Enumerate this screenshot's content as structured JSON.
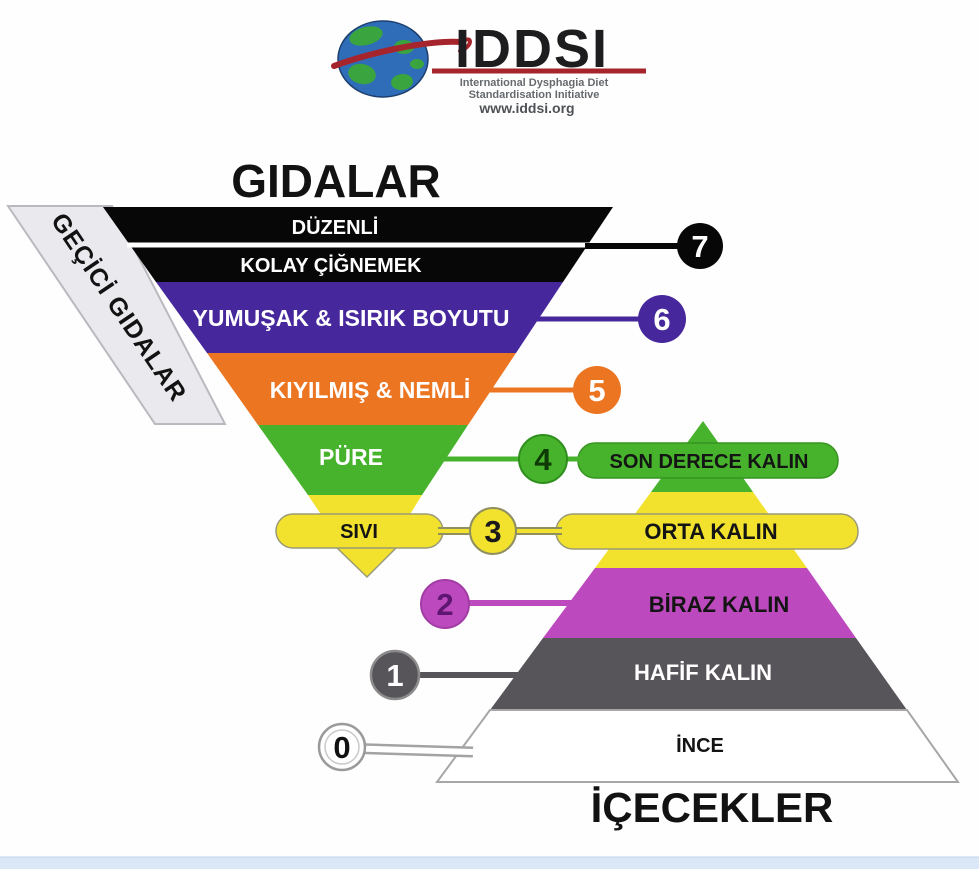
{
  "logo": {
    "brand": "IDDSI",
    "tagline_line1": "International Dysphagia Diet",
    "tagline_line2": "Standardisation Initiative",
    "website": "www.iddsi.org",
    "accent_red": "#a6242c",
    "globe_blue": "#2f6db8",
    "globe_green": "#3aa43f"
  },
  "foods": {
    "title": "GIDALAR",
    "transitional_label": "GEÇİCİ GIDALAR",
    "transitional_band_color": "#eaeaee"
  },
  "drinks": {
    "title": "İÇECEKLER"
  },
  "levels": [
    {
      "number": "0",
      "label": "İNCE",
      "color": "#ffffff",
      "number_color": "#111111"
    },
    {
      "number": "1",
      "label": "HAFİF KALIN",
      "color": "#58555a",
      "number_color": "#ffffff"
    },
    {
      "number": "2",
      "label": "BİRAZ KALIN",
      "color": "#bc4abe",
      "number_color": "#5e1672"
    },
    {
      "number": "3",
      "label": "ORTA KALIN",
      "food_label": "SIVI",
      "color": "#f2e22e",
      "number_color": "#1a1a1a"
    },
    {
      "number": "4",
      "label": "SON DERECE KALIN",
      "food_label": "PÜRE",
      "color": "#47b22c",
      "number_color": "#0d3a05"
    },
    {
      "number": "5",
      "label": "",
      "food_label": "KIYILMIŞ & NEMLİ",
      "color": "#ec7522",
      "number_color": "#ffffff"
    },
    {
      "number": "6",
      "label": "",
      "food_label": "YUMUŞAK & ISIRIK BOYUTU",
      "color": "#46289c",
      "number_color": "#ffffff"
    },
    {
      "number": "7",
      "label": "",
      "food_label": "DÜZENLİ",
      "food_label2": "KOLAY ÇİĞNEMEK",
      "color": "#070707",
      "number_color": "#ffffff"
    }
  ],
  "footer": {
    "bar_color": "#d9e7f7"
  }
}
